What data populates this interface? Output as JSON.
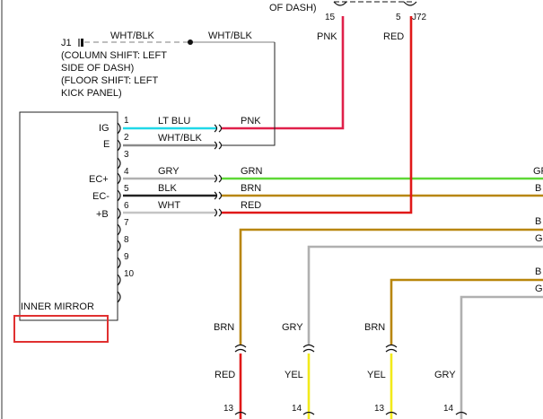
{
  "colors": {
    "pnk": "#e0204a",
    "red": "#e01818",
    "wht_blk": "#8a8a8a",
    "gry": "#b0b0b0",
    "grn": "#5ed836",
    "blk": "#222222",
    "brn": "#b8860b",
    "wht": "#c4c4c4",
    "lt_blu": "#20d8e8",
    "yel": "#f2ea1a",
    "highlight": "#e03030"
  },
  "top": {
    "dash_label": "OF DASH)",
    "pin15": "15",
    "pin5": "5",
    "j72": "J72",
    "pnk_label": "PNK",
    "red_label": "RED"
  },
  "junction": {
    "j1": "J1",
    "wht_blk_left": "WHT/BLK",
    "wht_blk_right": "WHT/BLK",
    "notes": [
      "(COLUMN SHIFT: LEFT",
      "SIDE OF DASH)",
      "(FLOOR SHIFT: LEFT",
      "KICK PANEL)"
    ]
  },
  "mirror": {
    "title": "INNER MIRROR",
    "terminals": [
      "IG",
      "E",
      "",
      "EC+",
      "EC-",
      "+B",
      "",
      "",
      "",
      ""
    ],
    "pins": [
      "1",
      "2",
      "3",
      "4",
      "5",
      "6",
      "7",
      "8",
      "9",
      "10"
    ]
  },
  "wires_left": [
    "LT BLU",
    "WHT/BLK",
    "GRY",
    "BLK",
    "WHT"
  ],
  "wires_right": [
    "PNK",
    "GRN",
    "BRN",
    "RED"
  ],
  "edge_labels": [
    "GR",
    "B",
    "B",
    "G",
    "B",
    "G"
  ],
  "bottom": {
    "upper": [
      "BRN",
      "GRY",
      "BRN"
    ],
    "lower": [
      "RED",
      "YEL",
      "YEL",
      "GRY"
    ],
    "pins": [
      "13",
      "14",
      "13",
      "14"
    ]
  }
}
